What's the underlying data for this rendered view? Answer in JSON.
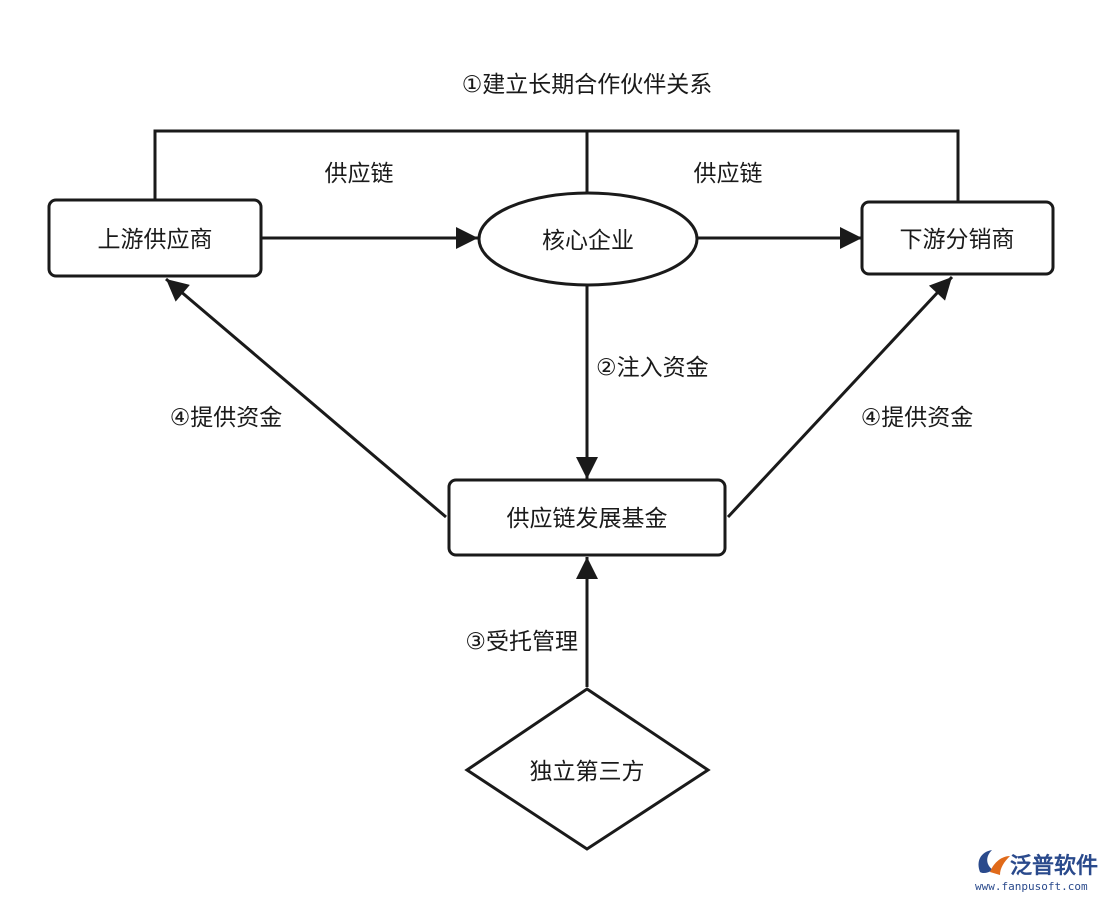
{
  "top_relation": "①建立长期合作伙伴关系",
  "chain_label_left": "供应链",
  "chain_label_right": "供应链",
  "nodes": {
    "upstream": "上游供应商",
    "core": "核心企业",
    "downstream": "下游分销商",
    "fund": "供应链发展基金",
    "third_party": "独立第三方"
  },
  "edge_labels": {
    "inject_capital": "②注入资金",
    "provide_capital_left": "④提供资金",
    "provide_capital_right": "④提供资金",
    "entrusted_management": "③受托管理"
  },
  "watermark": {
    "brand": "泛普软件",
    "url": "www.fanpusoft.com",
    "logo_icon": "fanpu-logo-icon",
    "color": "#2a4a8c"
  },
  "colors": {
    "stroke": "#1a1a1a",
    "background": "#ffffff"
  }
}
